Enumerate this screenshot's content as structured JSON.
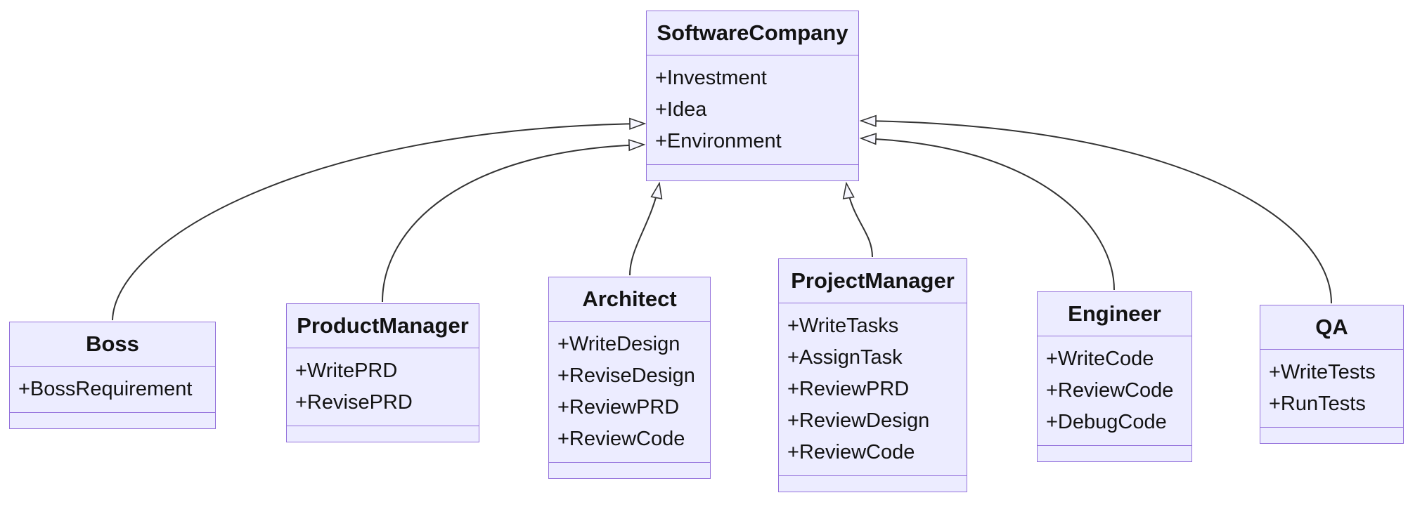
{
  "diagram": {
    "type": "uml-class-diagram",
    "classes": [
      {
        "name": "SoftwareCompany",
        "members": [
          "+Investment",
          "+Idea",
          "+Environment"
        ]
      },
      {
        "name": "Boss",
        "members": [
          "+BossRequirement"
        ]
      },
      {
        "name": "ProductManager",
        "members": [
          "+WritePRD",
          "+RevisePRD"
        ]
      },
      {
        "name": "Architect",
        "members": [
          "+WriteDesign",
          "+ReviseDesign",
          "+ReviewPRD",
          "+ReviewCode"
        ]
      },
      {
        "name": "ProjectManager",
        "members": [
          "+WriteTasks",
          "+AssignTask",
          "+ReviewPRD",
          "+ReviewDesign",
          "+ReviewCode"
        ]
      },
      {
        "name": "Engineer",
        "members": [
          "+WriteCode",
          "+ReviewCode",
          "+DebugCode"
        ]
      },
      {
        "name": "QA",
        "members": [
          "+WriteTests",
          "+RunTests"
        ]
      }
    ],
    "relations": [
      {
        "from": "Boss",
        "to": "SoftwareCompany",
        "type": "inheritance",
        "arrowhead": "hollow-triangle"
      },
      {
        "from": "ProductManager",
        "to": "SoftwareCompany",
        "type": "inheritance",
        "arrowhead": "hollow-triangle"
      },
      {
        "from": "Architect",
        "to": "SoftwareCompany",
        "type": "inheritance",
        "arrowhead": "hollow-triangle"
      },
      {
        "from": "ProjectManager",
        "to": "SoftwareCompany",
        "type": "inheritance",
        "arrowhead": "hollow-triangle"
      },
      {
        "from": "Engineer",
        "to": "SoftwareCompany",
        "type": "inheritance",
        "arrowhead": "hollow-triangle"
      },
      {
        "from": "QA",
        "to": "SoftwareCompany",
        "type": "inheritance",
        "arrowhead": "hollow-triangle"
      }
    ],
    "colors": {
      "class_fill": "#ECECFF",
      "class_border": "#9370DB",
      "edge_line": "#333333",
      "arrowhead_fill": "#F7F7FF",
      "text": "#131313",
      "background": "#FFFFFF"
    }
  }
}
